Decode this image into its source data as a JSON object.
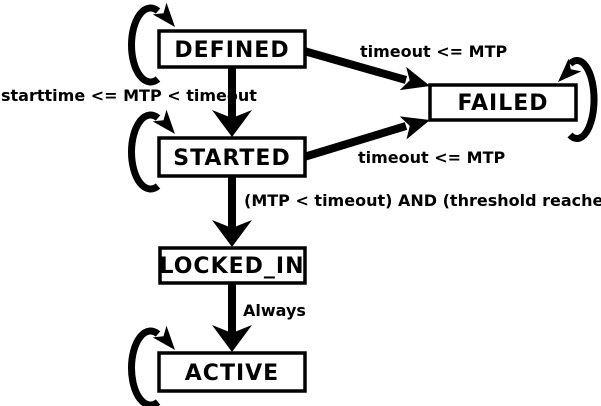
{
  "diagram": {
    "type": "state-machine",
    "colors": {
      "stroke": "#000000",
      "state_fill": "#ffffff",
      "background": "#ffffff",
      "text": "#000000"
    },
    "states": [
      {
        "id": "defined",
        "label": "DEFINED"
      },
      {
        "id": "started",
        "label": "STARTED"
      },
      {
        "id": "failed",
        "label": "FAILED"
      },
      {
        "id": "locked_in",
        "label": "LOCKED_IN"
      },
      {
        "id": "active",
        "label": "ACTIVE"
      }
    ],
    "transitions": [
      {
        "from": "defined",
        "to": "started",
        "label": "starttime <= MTP < timeout"
      },
      {
        "from": "defined",
        "to": "failed",
        "label": "timeout <= MTP"
      },
      {
        "from": "started",
        "to": "failed",
        "label": "timeout <= MTP"
      },
      {
        "from": "started",
        "to": "locked_in",
        "label": "(MTP < timeout) AND (threshold reached)"
      },
      {
        "from": "locked_in",
        "to": "active",
        "label": "Always"
      },
      {
        "from": "defined",
        "to": "defined",
        "label": ""
      },
      {
        "from": "started",
        "to": "started",
        "label": ""
      },
      {
        "from": "failed",
        "to": "failed",
        "label": ""
      },
      {
        "from": "active",
        "to": "active",
        "label": ""
      }
    ]
  }
}
